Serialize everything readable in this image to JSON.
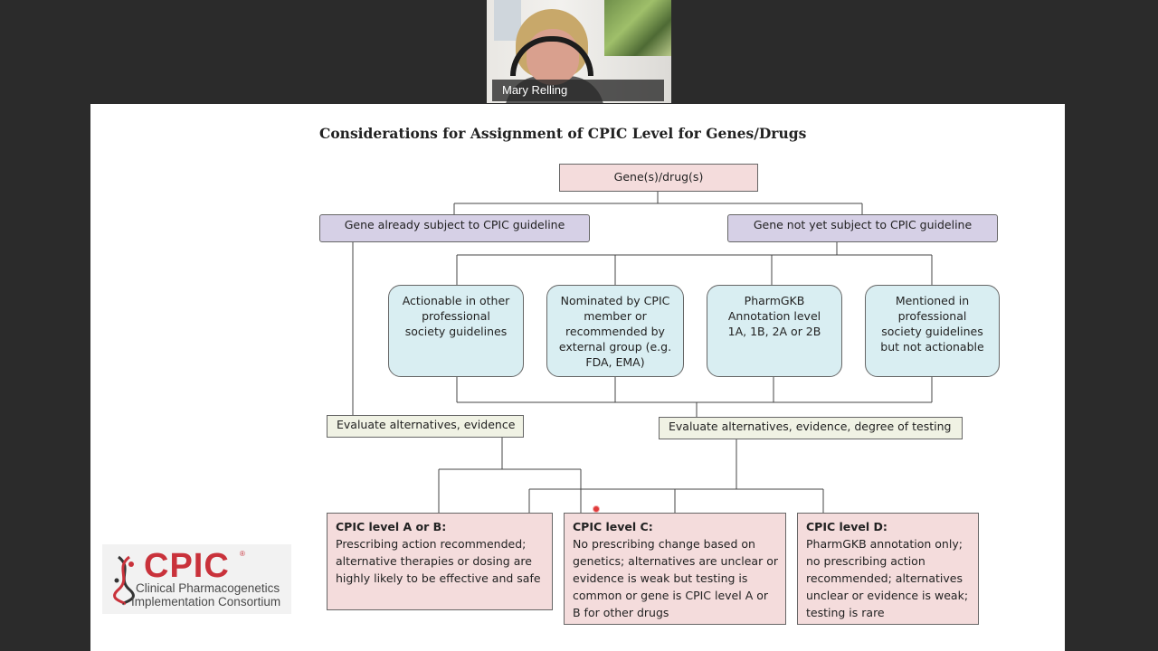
{
  "participant": {
    "name": "Mary Relling"
  },
  "slide": {
    "title": "Considerations for Assignment of CPIC Level for Genes/Drugs",
    "root": "Gene(s)/drug(s)",
    "branch_left": "Gene already subject to CPIC guideline",
    "branch_right": "Gene not yet subject to CPIC guideline",
    "criteria": [
      "Actionable in other professional society guidelines",
      "Nominated by CPIC member or recommended by external group (e.g. FDA, EMA)",
      "PharmGKB Annotation level 1A, 1B, 2A or 2B",
      "Mentioned in professional society guidelines but not actionable"
    ],
    "eval_left": "Evaluate alternatives, evidence",
    "eval_right": "Evaluate alternatives, evidence, degree of testing",
    "levels": [
      {
        "title": "CPIC level A or B:",
        "text": "Prescribing action recommended; alternative therapies or dosing are highly likely to be effective and safe"
      },
      {
        "title": "CPIC level C:",
        "text": "No prescribing change based on genetics; alternatives are unclear or evidence is weak but testing is common or gene is CPIC level A or B for other drugs"
      },
      {
        "title": "CPIC level D:",
        "text": "PharmGKB annotation only; no prescribing action recommended; alternatives unclear or evidence is weak; testing is rare"
      }
    ],
    "logo": {
      "name": "CPIC",
      "line1": "Clinical Pharmacogenetics",
      "line2": "Implementation Consortium"
    }
  },
  "colors": {
    "pink": "#f4dcdc",
    "purple": "#d6d0e6",
    "blue": "#d9eef2",
    "cream": "#f0f2e4",
    "logo_red": "#c9323b"
  }
}
